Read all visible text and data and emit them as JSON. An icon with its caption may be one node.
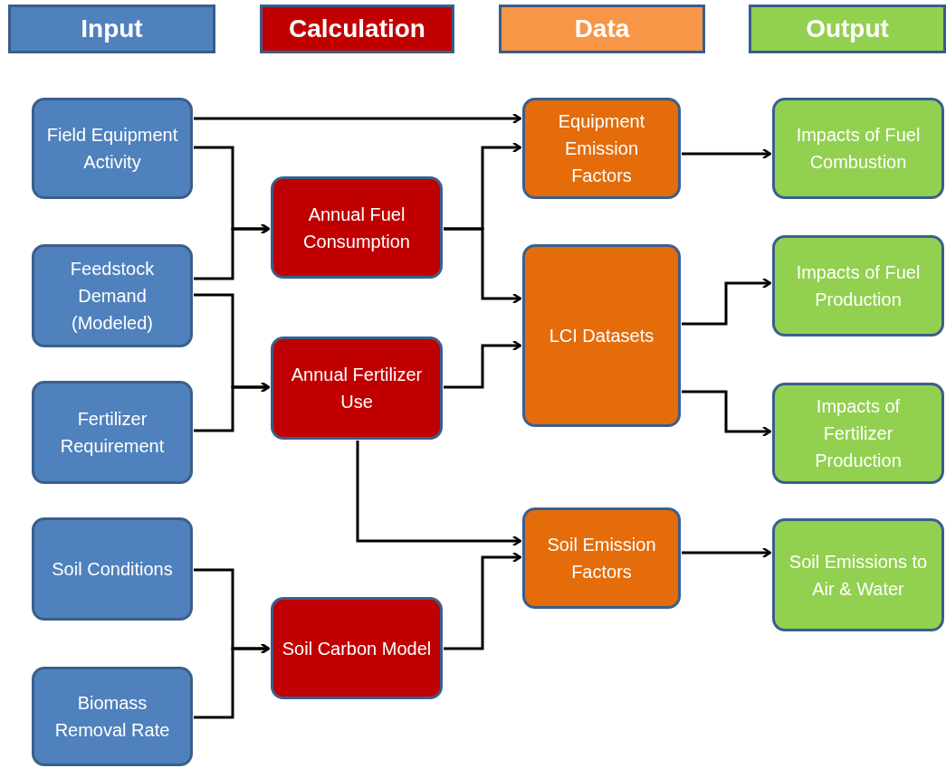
{
  "diagram": {
    "nodes": [
      {
        "text": [
          "Field Equipment Activity"
        ]
      },
      {
        "text": [
          "Feedstock Demand (Modeled)"
        ]
      },
      {
        "text": [
          "Fertilizer Requirement"
        ]
      },
      {
        "text": [
          "Soil Conditions"
        ]
      },
      {
        "text": [
          "Biomass Removal Rate"
        ]
      },
      {
        "text": [
          "Annual Fuel Consumption"
        ]
      },
      {
        "text": [
          "Annual Fertilizer Use"
        ]
      },
      {
        "text": [
          "Soil Carbon Model"
        ]
      },
      {
        "text": [
          "Equipment Emission Factors"
        ]
      },
      {
        "text": [
          "LCI Datasets"
        ]
      },
      {
        "text": [
          "Soil Emission Factors"
        ]
      },
      {
        "text": [
          "Impacts of Fuel Combustion"
        ]
      },
      {
        "text": [
          "Impacts of Fuel Production"
        ]
      },
      {
        "text": [
          "Impacts of Fertilizer Production"
        ]
      },
      {
        "text": [
          "Soil Emissions to Air & Water"
        ]
      }
    ],
    "edges": [
      {
        "from": 0,
        "to": 8,
        "arrow": "to"
      },
      {
        "from": 0,
        "to": 5,
        "arrow": "to"
      },
      {
        "from": 1,
        "to": 5,
        "arrow": "to"
      },
      {
        "from": 1,
        "to": 6,
        "arrow": "to"
      },
      {
        "from": 2,
        "to": 6,
        "arrow": "to"
      },
      {
        "from": 5,
        "to": 8,
        "arrow": "to"
      },
      {
        "from": 5,
        "to": 9,
        "arrow": "to"
      },
      {
        "from": 6,
        "to": 9,
        "arrow": "to"
      },
      {
        "from": 6,
        "to": 10,
        "arrow": "to"
      },
      {
        "from": 3,
        "to": 7,
        "arrow": "to"
      },
      {
        "from": 4,
        "to": 7,
        "arrow": "to"
      },
      {
        "from": 7,
        "to": 10,
        "arrow": "to"
      },
      {
        "from": 8,
        "to": 11,
        "arrow": "to"
      },
      {
        "from": 9,
        "to": 12,
        "arrow": "to"
      },
      {
        "from": 9,
        "to": 13,
        "arrow": "to"
      },
      {
        "from": 10,
        "to": 14,
        "arrow": "to"
      }
    ],
    "legend": [
      {
        "text": "Input",
        "color": "#4f81bd"
      },
      {
        "text": "Calculation",
        "color": "#c00000"
      },
      {
        "text": "Data",
        "color": "#f79646"
      },
      {
        "text": "Output",
        "color": "#92d050"
      }
    ]
  }
}
